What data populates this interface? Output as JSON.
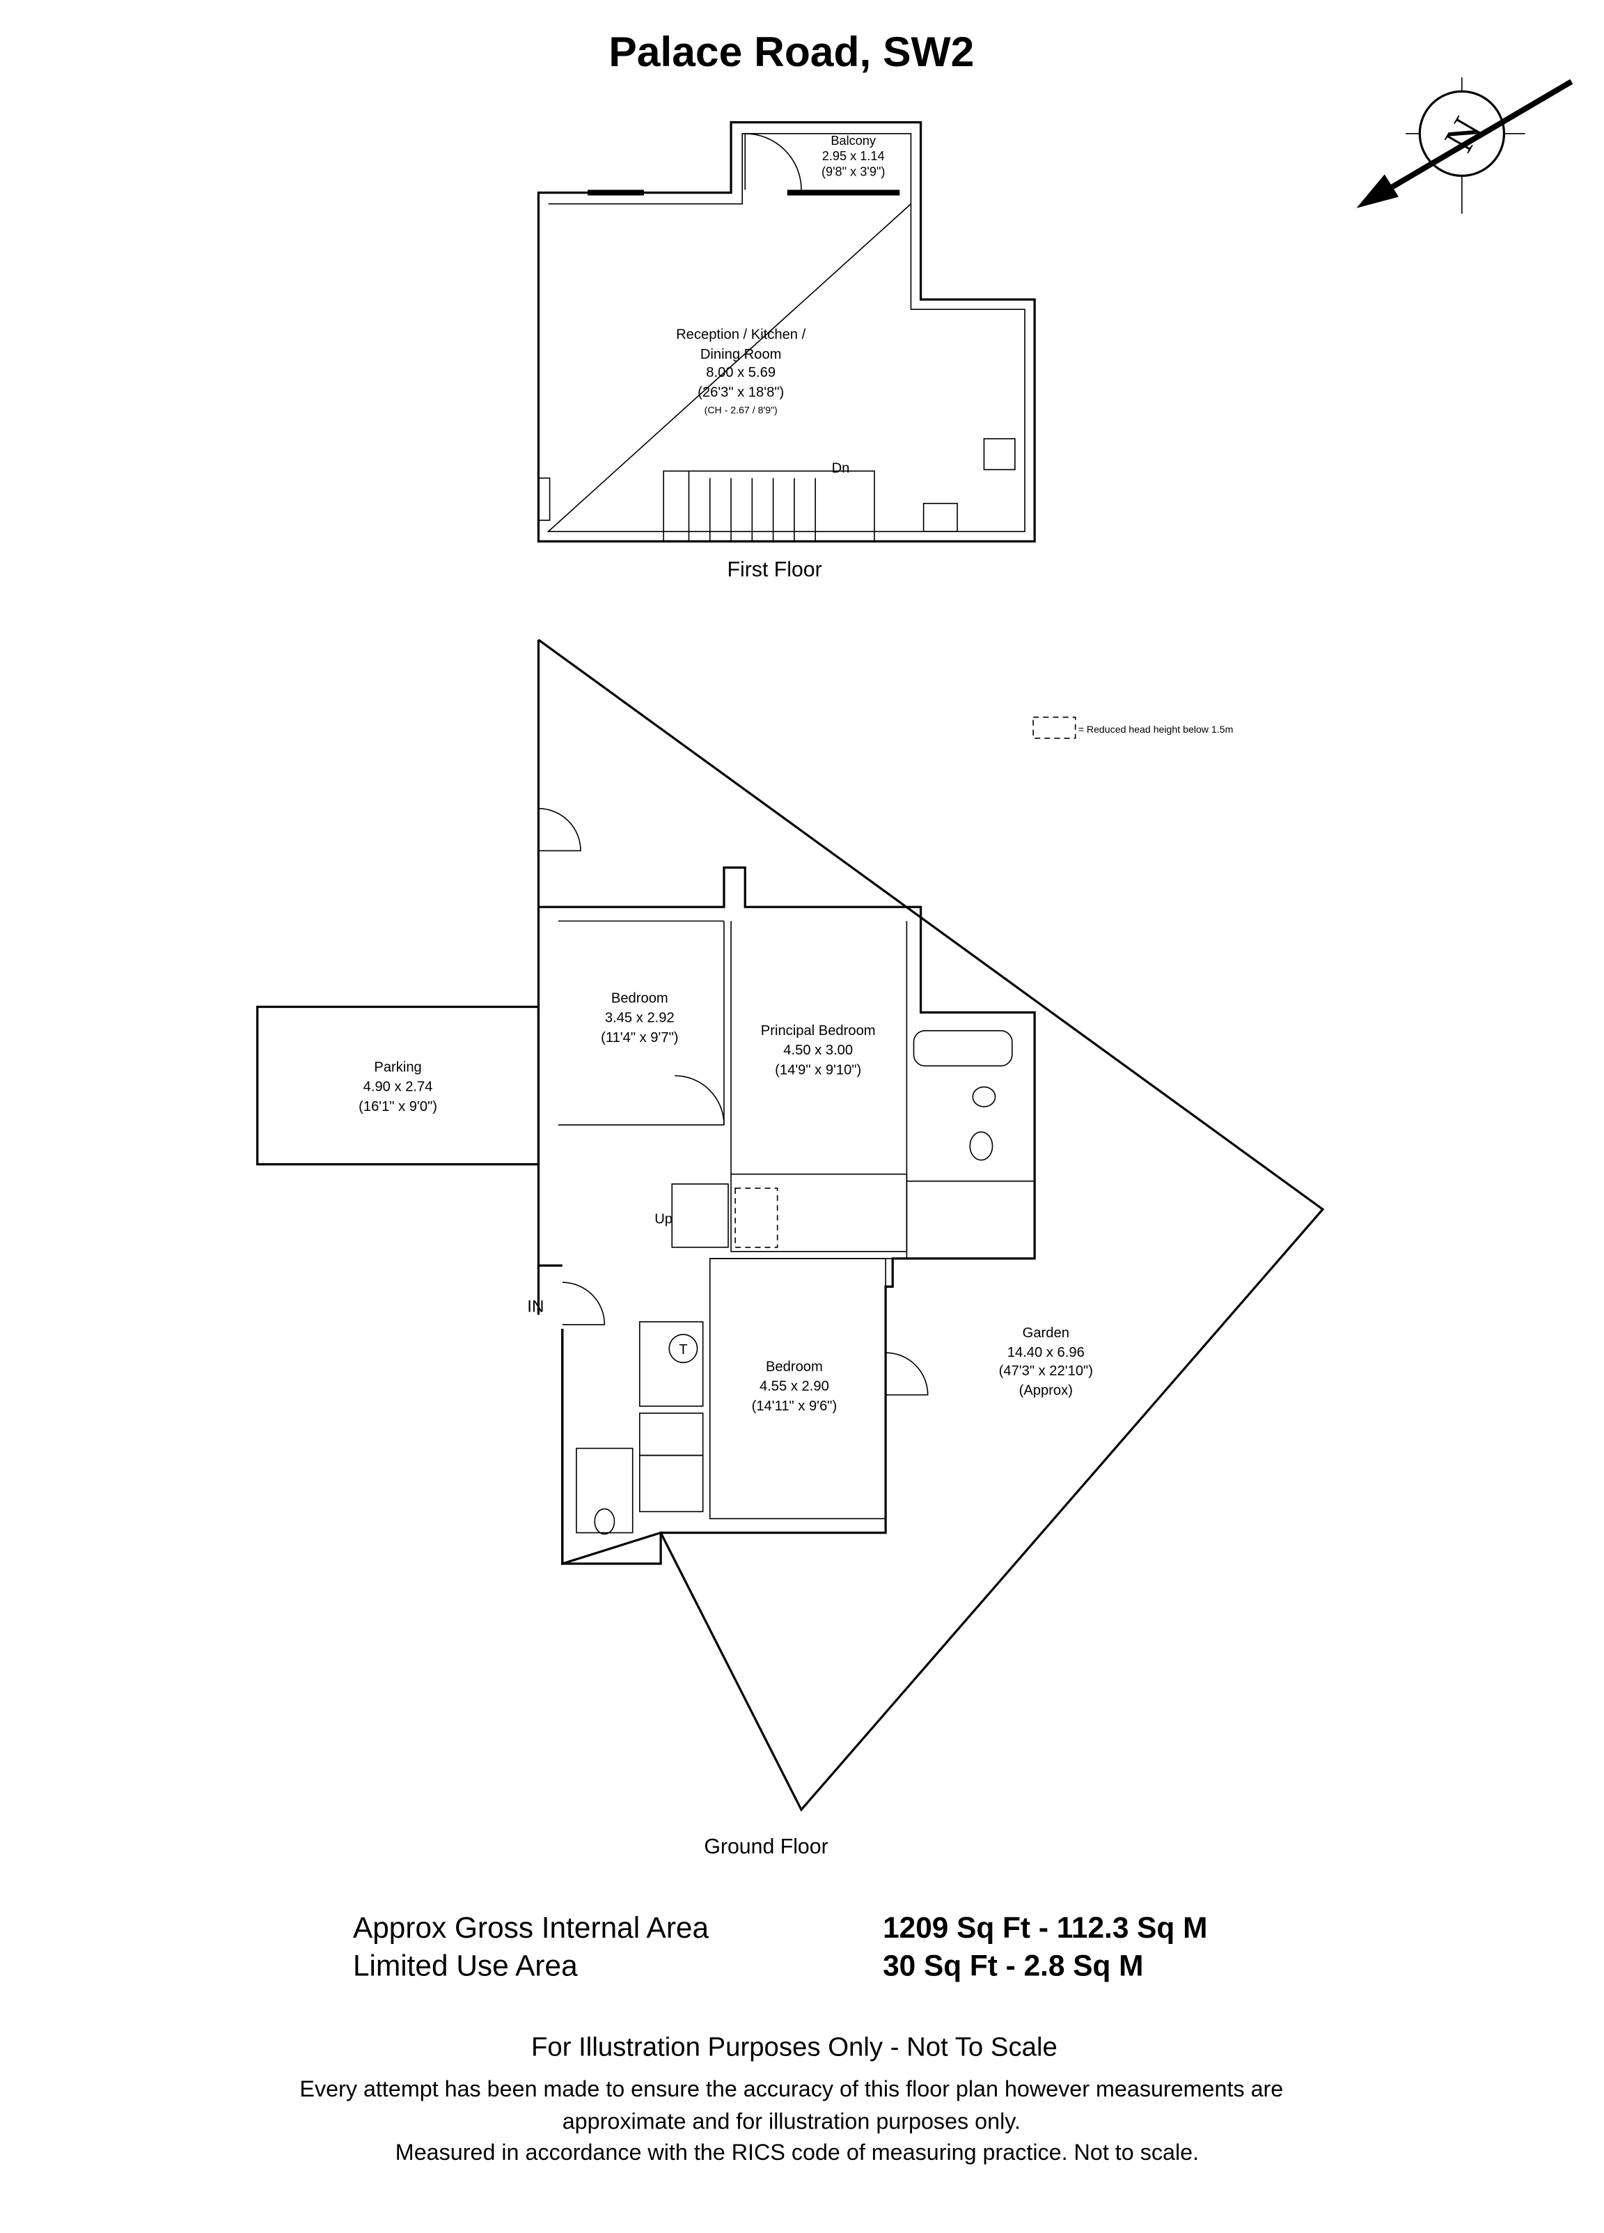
{
  "title": "Palace Road, SW2",
  "first_floor": {
    "label": "First Floor",
    "balcony": {
      "name": "Balcony",
      "metric": "2.95 x 1.14",
      "imperial": "(9'8\" x 3'9\")"
    },
    "reception": {
      "name_line1": "Reception  / Kitchen /",
      "name_line2": "Dining Room",
      "metric": "8.00 x 5.69",
      "imperial": "(26'3\" x 18'8\")",
      "ceiling": "(CH - 2.67 / 8'9\")"
    },
    "stairs_label": "Dn"
  },
  "ground_floor": {
    "label": "Ground Floor",
    "legend": "= Reduced head height below 1.5m",
    "bedroom1": {
      "name": "Bedroom",
      "metric": "3.45 x 2.92",
      "imperial": "(11'4\" x 9'7\")"
    },
    "principal": {
      "name": "Principal Bedroom",
      "metric": "4.50 x 3.00",
      "imperial": "(14'9\" x 9'10\")"
    },
    "parking": {
      "name": "Parking",
      "metric": "4.90 x 2.74",
      "imperial": "(16'1\" x 9'0\")"
    },
    "bedroom2": {
      "name": "Bedroom",
      "metric": "4.55 x 2.90",
      "imperial": "(14'11\" x 9'6\")"
    },
    "garden": {
      "name": "Garden",
      "metric": "14.40 x 6.96",
      "imperial": "(47'3\" x 22'10\")",
      "note": "(Approx)"
    },
    "stairs_label": "Up",
    "entrance_label": "IN",
    "tank_label": "T"
  },
  "areas": {
    "gross_label": "Approx Gross Internal Area",
    "gross_value": "1209 Sq Ft - 112.3 Sq M",
    "limited_label": "Limited Use Area",
    "limited_value": "30 Sq Ft - 2.8 Sq M"
  },
  "disclaimer": {
    "heading": "For Illustration Purposes Only - Not To Scale",
    "line1": "Every attempt has been made to ensure the accuracy of this floor plan however measurements are",
    "line2": "approximate and for illustration purposes only.",
    "line3": "Measured in accordance with the RICS code of measuring practice. Not to scale."
  },
  "compass": {
    "letter": "N"
  }
}
